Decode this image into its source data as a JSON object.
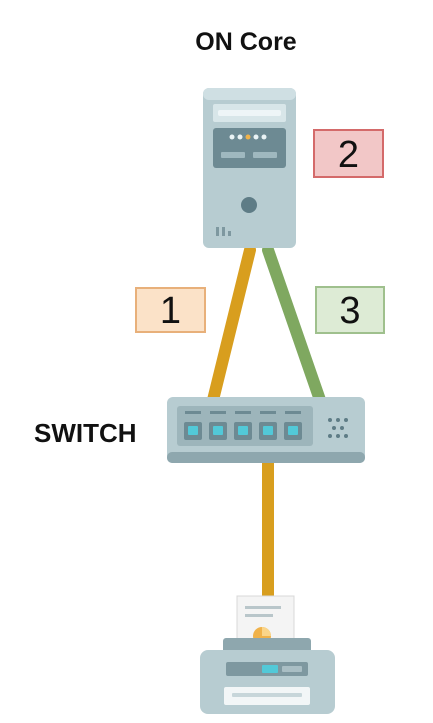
{
  "diagram": {
    "title": "ON Core",
    "switch_label": "SWITCH",
    "badges": {
      "one": "1",
      "two": "2",
      "three": "3"
    },
    "colors": {
      "link_orange": "#D89E1E",
      "link_green": "#7FA860",
      "badge_one_fill": "#FBE2C8",
      "badge_one_stroke": "#E8B07A",
      "badge_two_fill": "#F2C7C7",
      "badge_two_stroke": "#D46A6A",
      "badge_three_fill": "#DDEBD5",
      "badge_three_stroke": "#9FC08D",
      "device_body": "#B7CCD1",
      "device_dark": "#6D8A93",
      "port_led": "#52C9D8"
    },
    "icons": {
      "server": "server-icon",
      "switch": "network-switch-icon",
      "printer": "printer-icon"
    }
  }
}
